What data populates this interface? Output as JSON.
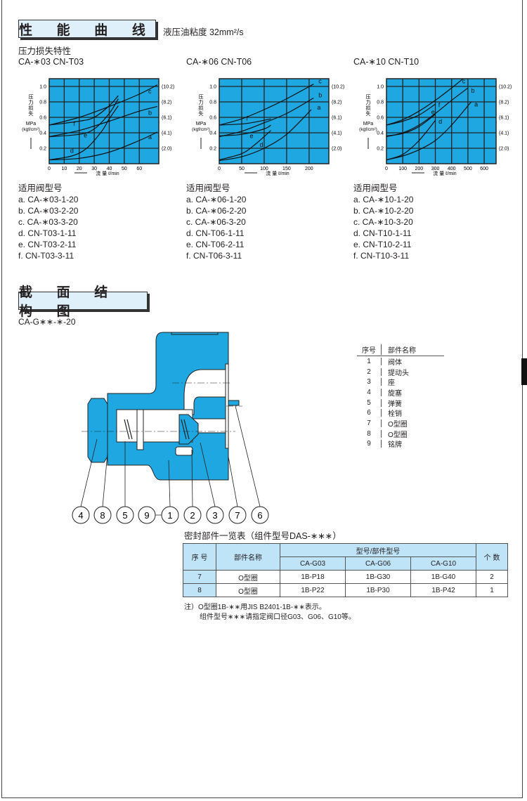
{
  "section1": {
    "title": "性 能 曲 线",
    "viscosity": "液压油粘度 32mm²/s",
    "subtitle": "压力损失特性"
  },
  "chart_data": [
    {
      "type": "line",
      "title": "CA-∗03  CN-T03",
      "xlabel": "流 量  ℓ/min",
      "ylabel": [
        "压",
        "力",
        "损",
        "失"
      ],
      "yunit": "MPa",
      "yunit2": "(kgf/cm²)",
      "xlim": [
        0,
        73
      ],
      "ylim": [
        0,
        1.1
      ],
      "xticks": [
        10,
        20,
        30,
        40,
        50,
        60
      ],
      "xtick_labels": [
        "0",
        "10",
        "20",
        "30",
        "40",
        "50",
        "60"
      ],
      "yticks": [
        0.2,
        0.4,
        0.6,
        0.8,
        1.0
      ],
      "ytick_labels": [
        "0.2",
        "0.4",
        "0.6",
        "0.8",
        "1.0"
      ],
      "right_labels": [
        "(2.0)",
        "(4.1)",
        "(6.1)",
        "(8.2)",
        "(10.2)"
      ],
      "grid": true,
      "series": [
        {
          "name": "a",
          "x": [
            0,
            20,
            40,
            60,
            72
          ],
          "y": [
            0.05,
            0.07,
            0.15,
            0.3,
            0.41
          ],
          "label_at": [
            66,
            0.32
          ]
        },
        {
          "name": "b",
          "x": [
            0,
            20,
            40,
            60,
            72
          ],
          "y": [
            0.35,
            0.43,
            0.55,
            0.68,
            0.74
          ],
          "label_at": [
            66,
            0.63
          ]
        },
        {
          "name": "c",
          "x": [
            0,
            20,
            40,
            60,
            72
          ],
          "y": [
            0.5,
            0.6,
            0.74,
            0.9,
            1.02
          ],
          "label_at": [
            66,
            0.91
          ]
        },
        {
          "name": "d",
          "x": [
            0,
            15,
            25,
            35,
            40,
            46
          ],
          "y": [
            0.05,
            0.1,
            0.2,
            0.42,
            0.58,
            0.75
          ],
          "label_at": [
            14,
            0.14
          ]
        },
        {
          "name": "e",
          "x": [
            0,
            20,
            30,
            40,
            46
          ],
          "y": [
            0.35,
            0.38,
            0.45,
            0.65,
            0.84
          ],
          "label_at": [
            23,
            0.34
          ]
        },
        {
          "name": "f",
          "x": [
            0,
            20,
            30,
            40,
            46
          ],
          "y": [
            0.5,
            0.55,
            0.6,
            0.75,
            0.88
          ],
          "label_at": [
            16,
            0.49
          ]
        }
      ]
    },
    {
      "type": "line",
      "title": "CA-∗06  CN-T06",
      "xlabel": "流 量  ℓ/min",
      "ylabel": [
        "压",
        "力",
        "损",
        "失"
      ],
      "yunit": "MPa",
      "yunit2": "(kgf/cm²)",
      "xlim": [
        0,
        244
      ],
      "ylim": [
        0,
        1.1
      ],
      "xticks": [
        50,
        100,
        150,
        200
      ],
      "xtick_labels": [
        "0",
        "50",
        "100",
        "150",
        "200"
      ],
      "yticks": [
        0.2,
        0.4,
        0.6,
        0.8,
        1.0
      ],
      "ytick_labels": [
        "0.2",
        "0.4",
        "0.6",
        "0.8",
        "1.0"
      ],
      "right_labels": [
        "(2.0)",
        "(4.1)",
        "(6.1)",
        "(8.2)",
        "(10.2)"
      ],
      "grid": true,
      "series": [
        {
          "name": "a",
          "x": [
            0,
            50,
            100,
            150,
            205
          ],
          "y": [
            0.04,
            0.09,
            0.2,
            0.38,
            0.7
          ],
          "label_at": [
            218,
            0.7
          ]
        },
        {
          "name": "b",
          "x": [
            0,
            50,
            100,
            150,
            210
          ],
          "y": [
            0.35,
            0.42,
            0.53,
            0.65,
            0.85
          ],
          "label_at": [
            221,
            0.86
          ]
        },
        {
          "name": "c",
          "x": [
            0,
            50,
            100,
            150,
            210
          ],
          "y": [
            0.5,
            0.58,
            0.7,
            0.84,
            1.03
          ],
          "label_at": [
            221,
            1.04
          ]
        },
        {
          "name": "d",
          "x": [
            0,
            50,
            80,
            115
          ],
          "y": [
            0.05,
            0.13,
            0.25,
            0.43
          ],
          "label_at": [
            90,
            0.22
          ]
        },
        {
          "name": "e",
          "x": [
            0,
            50,
            100,
            115
          ],
          "y": [
            0.36,
            0.38,
            0.45,
            0.5
          ],
          "label_at": [
            68,
            0.33
          ]
        },
        {
          "name": "f",
          "x": [
            0,
            60,
            115
          ],
          "y": [
            0.5,
            0.52,
            0.58
          ],
          "label_at": [
            60,
            0.56
          ]
        }
      ]
    },
    {
      "type": "line",
      "title": "CA-∗10  CN-T10",
      "xlabel": "流 量  ℓ/min",
      "ylabel": [
        "压",
        "力",
        "损",
        "失"
      ],
      "yunit": "MPa",
      "yunit2": "(kgf/cm²)",
      "xlim": [
        0,
        673
      ],
      "ylim": [
        0,
        1.1
      ],
      "xticks": [
        100,
        200,
        300,
        400,
        500,
        600
      ],
      "xtick_labels": [
        "0",
        "100",
        "200",
        "300",
        "400",
        "500",
        "600"
      ],
      "yticks": [
        0.2,
        0.4,
        0.6,
        0.8,
        1.0
      ],
      "ytick_labels": [
        "0.2",
        "0.4",
        "0.6",
        "0.8",
        "1.0"
      ],
      "right_labels": [
        "(2.0)",
        "(4.1)",
        "(6.1)",
        "(8.2)",
        "(10.2)"
      ],
      "grid": true,
      "series": [
        {
          "name": "a",
          "x": [
            0,
            100,
            200,
            300,
            400,
            520
          ],
          "y": [
            0.05,
            0.1,
            0.18,
            0.3,
            0.5,
            0.8
          ],
          "label_at": [
            540,
            0.74
          ]
        },
        {
          "name": "b",
          "x": [
            0,
            100,
            200,
            300,
            400,
            500
          ],
          "y": [
            0.35,
            0.4,
            0.5,
            0.65,
            0.82,
            0.98
          ],
          "label_at": [
            520,
            0.92
          ]
        },
        {
          "name": "c",
          "x": [
            0,
            100,
            200,
            300,
            400,
            470
          ],
          "y": [
            0.5,
            0.57,
            0.68,
            0.82,
            0.98,
            1.1
          ],
          "label_at": [
            465,
            1.04
          ]
        },
        {
          "name": "d",
          "x": [
            0,
            100,
            200,
            300
          ],
          "y": [
            0.05,
            0.12,
            0.3,
            0.56
          ],
          "label_at": [
            320,
            0.52
          ]
        },
        {
          "name": "e",
          "x": [
            0,
            100,
            200,
            300
          ],
          "y": [
            0.36,
            0.39,
            0.48,
            0.64
          ],
          "label_at": [
            275,
            0.64
          ]
        },
        {
          "name": "f",
          "x": [
            0,
            100,
            200,
            300
          ],
          "y": [
            0.5,
            0.55,
            0.63,
            0.77
          ],
          "label_at": [
            318,
            0.73
          ]
        }
      ]
    }
  ],
  "models": [
    {
      "heading": "适用阀型号",
      "items": [
        "a.  CA-∗03-1-20",
        "b.  CA-∗03-2-20",
        "c.  CA-∗03-3-20",
        "d.  CN-T03-1-11",
        "e.  CN-T03-2-11",
        "f.   CN-T03-3-11"
      ]
    },
    {
      "heading": "适用阀型号",
      "items": [
        "a.  CA-∗06-1-20",
        "b.  CA-∗06-2-20",
        "c.  CA-∗06-3-20",
        "d.  CN-T06-1-11",
        "e.  CN-T06-2-11",
        "f.   CN-T06-3-11"
      ]
    },
    {
      "heading": "适用阀型号",
      "items": [
        "a.  CA-∗10-1-20",
        "b.  CA-∗10-2-20",
        "c.  CA-∗10-3-20",
        "d.  CN-T10-1-11",
        "e.  CN-T10-2-11",
        "f.   CN-T10-3-11"
      ]
    }
  ],
  "section2": {
    "title": "截 面 结 构 图",
    "model": "CA-G∗∗-∗-20"
  },
  "callouts": [
    "4",
    "8",
    "5",
    "9",
    "1",
    "2",
    "3",
    "7",
    "6"
  ],
  "parts": {
    "headers": [
      "序号",
      "部件名称"
    ],
    "rows": [
      [
        "1",
        "阀体"
      ],
      [
        "2",
        "提动头"
      ],
      [
        "3",
        "座"
      ],
      [
        "4",
        "旋塞"
      ],
      [
        "5",
        "弹簧"
      ],
      [
        "6",
        "栓销"
      ],
      [
        "7",
        "O型圈"
      ],
      [
        "8",
        "O型圈"
      ],
      [
        "9",
        "铭牌"
      ]
    ]
  },
  "seal": {
    "title": "密封部件一览表（组件型号DAS-∗∗∗）",
    "h_no": "序  号",
    "h_name": "部件名称",
    "h_group": "型号/部件型号",
    "h_count": "个  数",
    "models": [
      "CA-G03",
      "CA-G06",
      "CA-G10"
    ],
    "rows": [
      [
        "7",
        "O型圈",
        "1B-P18",
        "1B-G30",
        "1B-G40",
        "2"
      ],
      [
        "8",
        "O型圈",
        "1B-P22",
        "1B-P30",
        "1B-P42",
        "1"
      ]
    ]
  },
  "notes": [
    "注）O型圈1B-∗∗用JIS B2401-1B-∗∗表示。",
    "组件型号∗∗∗请指定阀口径G03、G06、G10等。"
  ],
  "colors": {
    "plot": "#1ea7e1",
    "body": "#1ea7e1",
    "header": "#dff0fb",
    "table": "#bfe3f7"
  }
}
